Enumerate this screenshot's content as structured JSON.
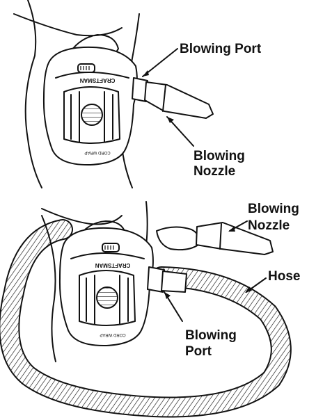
{
  "figures": [
    {
      "brand": "CRAFTSMAN",
      "cord_wrap": "CORD WRAP",
      "callouts": [
        {
          "line1": "Blowing Port",
          "line2": ""
        },
        {
          "line1": "Blowing",
          "line2": "Nozzle"
        }
      ]
    },
    {
      "brand": "CRAFTSMAN",
      "cord_wrap": "CORD WRAP",
      "callouts": [
        {
          "line1": "Blowing",
          "line2": "Nozzle"
        },
        {
          "line1": "Hose",
          "line2": ""
        },
        {
          "line1": "Blowing",
          "line2": "Port"
        }
      ]
    }
  ]
}
